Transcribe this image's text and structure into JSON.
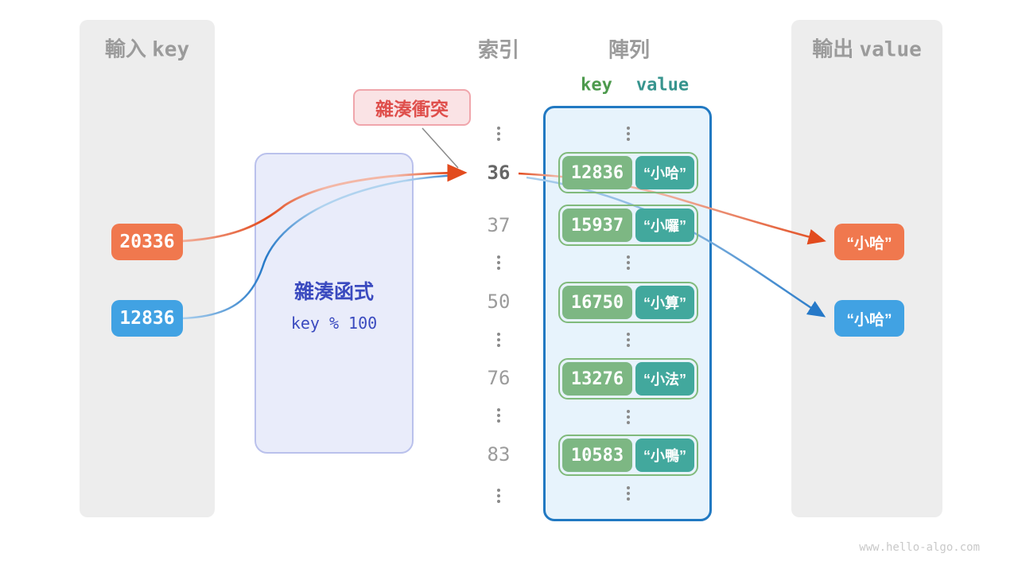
{
  "colors": {
    "orange_box": "#f0784e",
    "blue_box": "#41a2e3",
    "orange_arrow": "#e24b1e",
    "blue_arrow": "#2679c8",
    "array_border": "#2179c2",
    "array_fill": "#e7f3fc",
    "key_green": "#7db783",
    "value_teal": "#42a89d",
    "hash_text": "#3a4abf",
    "collision_text": "#df4f4c",
    "panel_gray": "#ededed"
  },
  "input_panel": {
    "title_cjk": "輸入",
    "title_latin": "key",
    "items": [
      {
        "value": "20336",
        "color": "orange_box"
      },
      {
        "value": "12836",
        "color": "blue_box"
      }
    ]
  },
  "hash_box": {
    "title": "雜湊函式",
    "formula": "key % 100"
  },
  "collision_badge": {
    "label": "雜湊衝突"
  },
  "index_column": {
    "title": "索引",
    "cells": [
      {
        "type": "dots"
      },
      {
        "type": "num",
        "value": "36",
        "bold": true
      },
      {
        "type": "num",
        "value": "37"
      },
      {
        "type": "dots"
      },
      {
        "type": "num",
        "value": "50"
      },
      {
        "type": "dots"
      },
      {
        "type": "num",
        "value": "76"
      },
      {
        "type": "dots"
      },
      {
        "type": "num",
        "value": "83"
      },
      {
        "type": "dots"
      }
    ]
  },
  "array_panel": {
    "title": "陣列",
    "key_header": "key",
    "value_header": "value",
    "items": [
      {
        "type": "dots"
      },
      {
        "type": "row",
        "key": "12836",
        "value": "“小哈”"
      },
      {
        "type": "row",
        "key": "15937",
        "value": "“小囉”"
      },
      {
        "type": "dots"
      },
      {
        "type": "row",
        "key": "16750",
        "value": "“小算”"
      },
      {
        "type": "dots"
      },
      {
        "type": "row",
        "key": "13276",
        "value": "“小法”"
      },
      {
        "type": "dots"
      },
      {
        "type": "row",
        "key": "10583",
        "value": "“小鴨”"
      },
      {
        "type": "dots"
      }
    ]
  },
  "output_panel": {
    "title_cjk": "輸出",
    "title_latin": "value",
    "items": [
      {
        "value": "“小哈”",
        "color": "orange_box"
      },
      {
        "value": "“小哈”",
        "color": "blue_box"
      }
    ]
  },
  "watermark": "www.hello-algo.com"
}
